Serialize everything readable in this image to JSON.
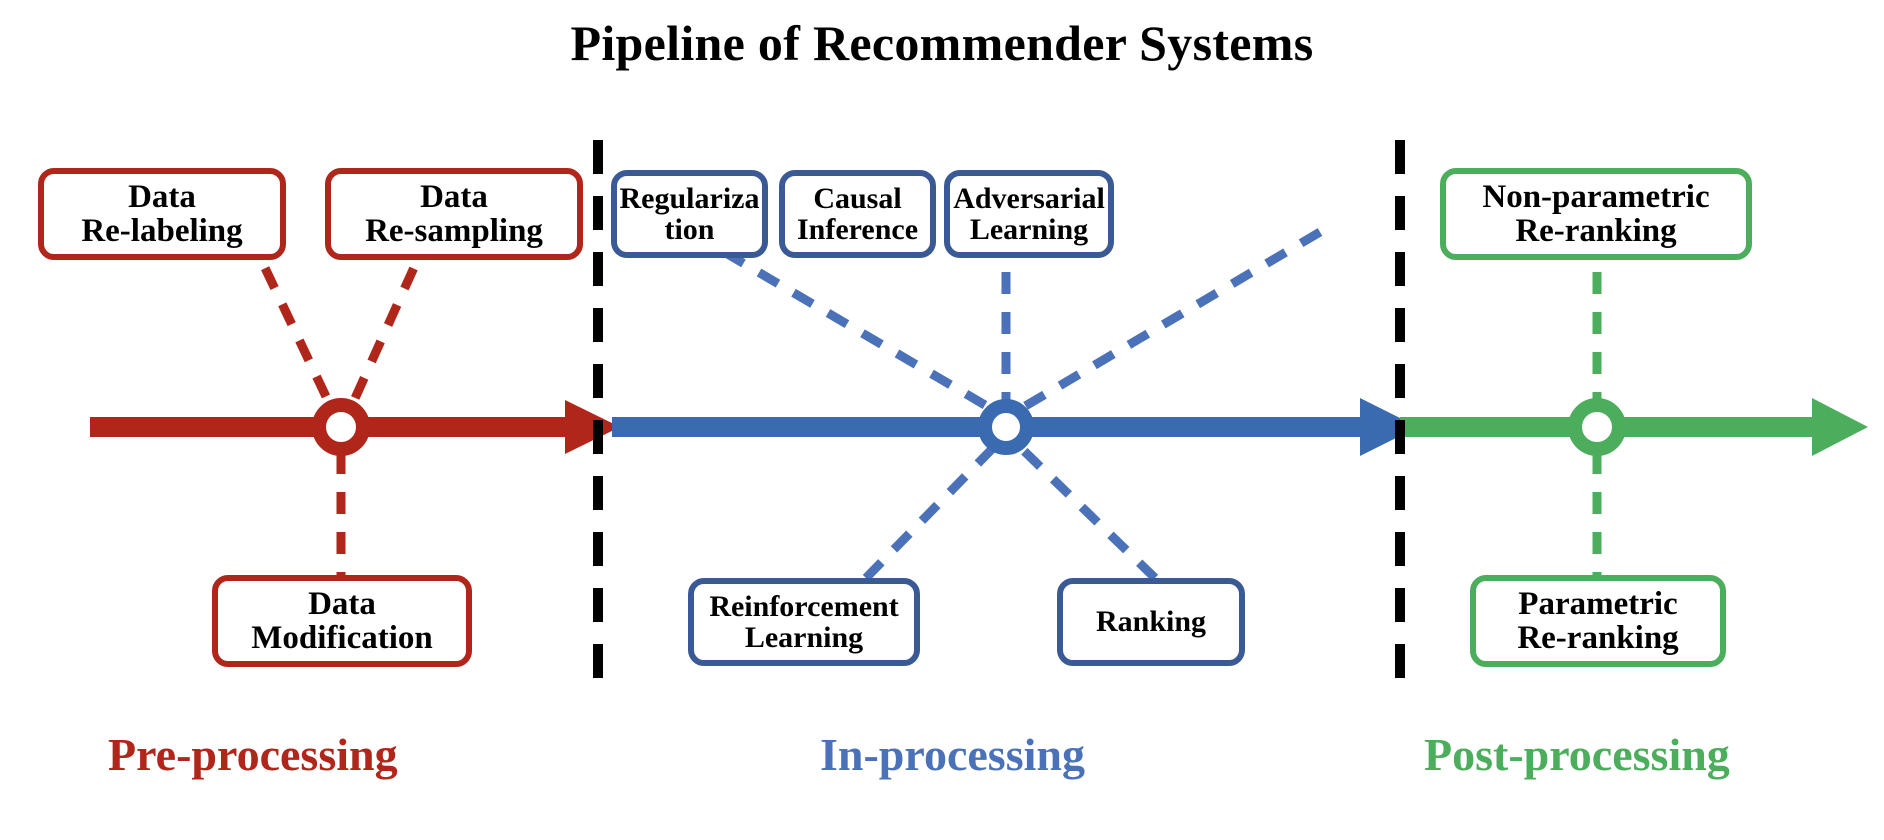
{
  "title": "Pipeline of Recommender Systems",
  "colors": {
    "red": "#B0261A",
    "blue": "#3A5A95",
    "blue_light": "#4B72B8",
    "green": "#4CAE5C",
    "divider": "#000000",
    "text": "#000000",
    "background": "#FFFFFF"
  },
  "stages": [
    {
      "key": "pre",
      "label": "Pre-processing",
      "color": "#B0261A",
      "top_boxes": [
        {
          "line1": "Data",
          "line2": "Re-labeling"
        },
        {
          "line1": "Data",
          "line2": "Re-sampling"
        }
      ],
      "bottom_boxes": [
        {
          "line1": "Data",
          "line2": "Modification"
        }
      ]
    },
    {
      "key": "in",
      "label": "In-processing",
      "color": "#4B72B8",
      "top_boxes": [
        {
          "line1": "Regulariza",
          "line2": "tion"
        },
        {
          "line1": "Causal",
          "line2": "Inference"
        },
        {
          "line1": "Adversarial",
          "line2": "Learning"
        }
      ],
      "bottom_boxes": [
        {
          "line1": "Reinforcement",
          "line2": "Learning"
        },
        {
          "line1": "Ranking",
          "line2": ""
        }
      ]
    },
    {
      "key": "post",
      "label": "Post-processing",
      "color": "#4CAE5C",
      "top_boxes": [
        {
          "line1": "Non-parametric",
          "line2": "Re-ranking"
        }
      ],
      "bottom_boxes": [
        {
          "line1": "Parametric",
          "line2": "Re-ranking"
        }
      ]
    }
  ]
}
